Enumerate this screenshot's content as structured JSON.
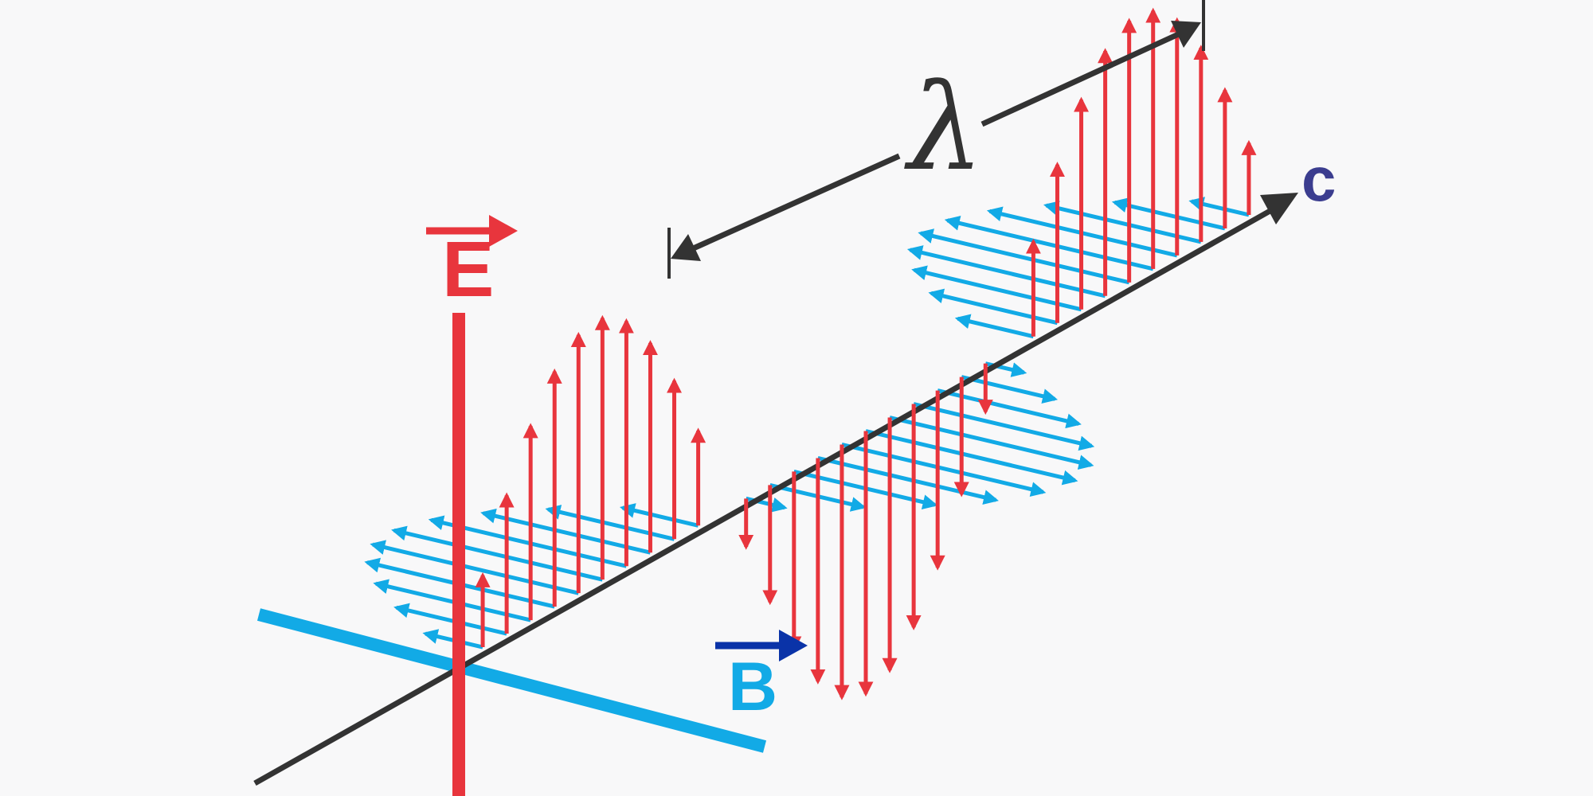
{
  "labels": {
    "e_field": "E",
    "b_field": "B",
    "speed": "c",
    "wavelength": "λ"
  },
  "colors": {
    "background": "#f8f8f9",
    "electric": "#e8353d",
    "magnetic": "#12aae6",
    "b_vector_arrow": "#0a33a8",
    "propagation_axis": "#333333",
    "speed_label": "#3b3d8f"
  }
}
